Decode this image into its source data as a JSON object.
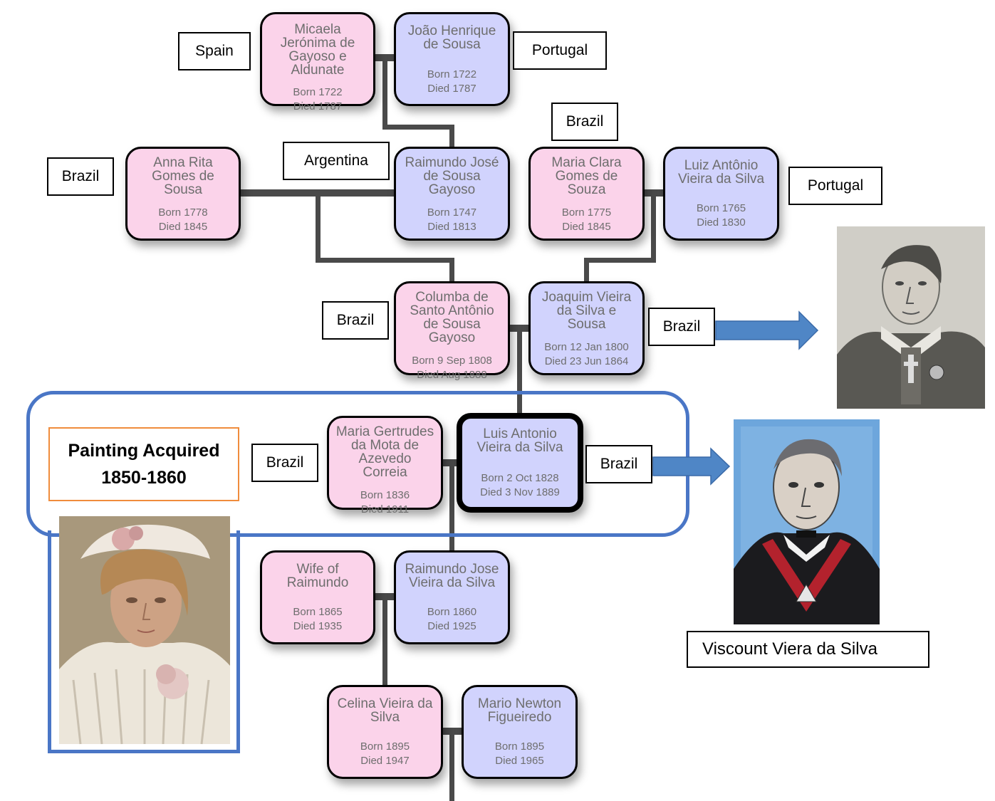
{
  "persons": [
    {
      "name": "Micaela\nJerónima de\nGayoso e\nAldunate",
      "dates": "Born 1722\nDied 1787"
    },
    {
      "name": "João Henrique\nde Sousa",
      "dates": "Born 1722\nDied 1787"
    },
    {
      "name": "Anna Rita\nGomes de\nSousa",
      "dates": "Born 1778\nDied 1845"
    },
    {
      "name": "Raimundo José\nde Sousa\nGayoso",
      "dates": "Born 1747\nDied 1813"
    },
    {
      "name": "Maria Clara\nGomes de\nSouza",
      "dates": "Born 1775\nDied 1845"
    },
    {
      "name": "Luiz Antônio\nVieira da Silva",
      "dates": "Born 1765\nDied 1830"
    },
    {
      "name": "Columba de\nSanto Antônio\nde Sousa\nGayoso",
      "dates": "Born 9 Sep 1808\nDied Aug 1888"
    },
    {
      "name": "Joaquim Vieira\nda Silva e\nSousa",
      "dates": "Born 12 Jan 1800\nDied 23 Jun 1864"
    },
    {
      "name": "Maria Gertrudes\nda Mota de\nAzevedo\nCorreia",
      "dates": "Born 1836\nDied 1911"
    },
    {
      "name": "Luis Antonio\nVieira da Silva",
      "dates": "Born 2 Oct 1828\nDied 3 Nov 1889"
    },
    {
      "name": "Wife of\nRaimundo",
      "dates": "Born 1865\nDied 1935"
    },
    {
      "name": "Raimundo Jose\nVieira da Silva",
      "dates": "Born 1860\nDied 1925"
    },
    {
      "name": "Celina Vieira da\nSilva",
      "dates": "Born 1895\nDied 1947"
    },
    {
      "name": "Mario Newton\nFigueiredo",
      "dates": "Born 1895\nDied 1965"
    }
  ],
  "labels": {
    "spain": "Spain",
    "portugal_1": "Portugal",
    "brazil_1": "Brazil",
    "argentina": "Argentina",
    "brazil_2": "Brazil",
    "portugal_2": "Portugal",
    "brazil_3": "Brazil",
    "brazil_4": "Brazil",
    "brazil_5": "Brazil",
    "brazil_6": "Brazil"
  },
  "painting": {
    "line1": "Painting Acquired",
    "line2": "1850-1860"
  },
  "viscount_caption": "Viscount Viera da Silva",
  "colors": {
    "female": "#fbd3ea",
    "male": "#d1d3fd",
    "frame": "#4a76c6",
    "painting_border": "#f08c3c",
    "arrow": "#4f86c6"
  }
}
